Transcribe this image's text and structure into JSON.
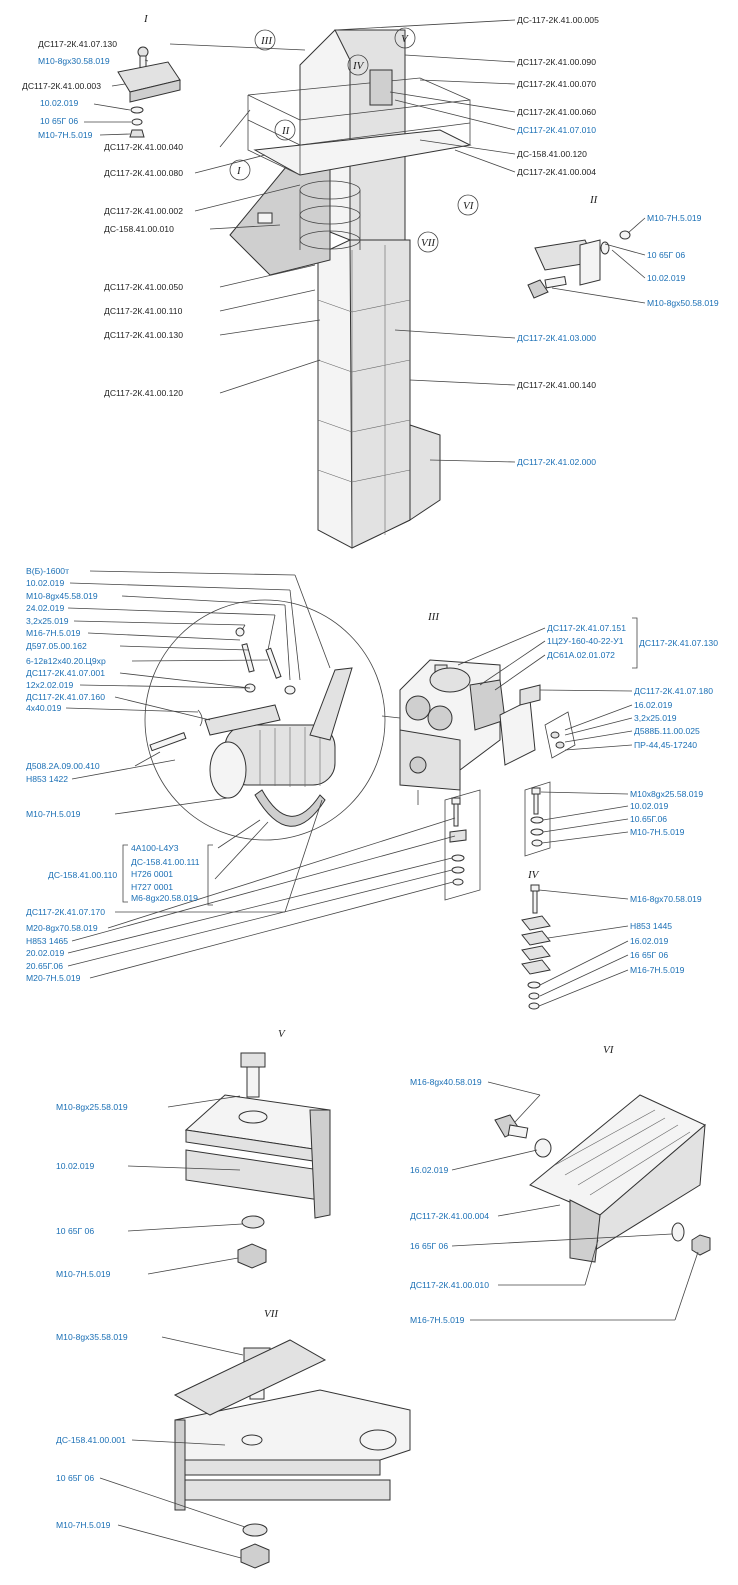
{
  "roman": [
    "I",
    "II",
    "III",
    "IV",
    "V",
    "VI",
    "VII"
  ],
  "labels": {
    "top_left": [
      "ДС117-2К.41.07.130",
      "М10-8gх30.58.019",
      "ДС117-2К.41.00.003",
      "10.02.019",
      "10 65Г 06",
      "М10-7Н.5.019",
      "ДС117-2К.41.00.040",
      "ДС117-2К.41.00.080",
      "ДС117-2К.41.00.002",
      "ДС-158.41.00.010",
      "ДС117-2К.41.00.050",
      "ДС117-2К.41.00.110",
      "ДС117-2К.41.00.130",
      "ДС117-2К.41.00.120"
    ],
    "top_right": [
      "ДС-117-2К.41.00.005",
      "ДС117-2К.41.00.090",
      "ДС117-2К.41.00.070",
      "ДС117-2К.41.00.060",
      "ДС117-2К.41.07.010",
      "ДС-158.41.00.120",
      "ДС117-2К.41.00.004",
      "ДС117-2К.41.03.000",
      "ДС117-2К.41.00.140",
      "ДС117-2К.41.02.000"
    ],
    "detail_ii": [
      "М10-7Н.5.019",
      "10 65Г 06",
      "10.02.019",
      "М10-8gх50.58.019"
    ],
    "drive_left": [
      "В(Б)-1600т",
      "10.02.019",
      "М10-8gх45.58.019",
      "24.02.019",
      "3,2х25.019",
      "М16-7Н.5.019",
      "Д597.05.00.162",
      "6-12в12х40.20.Ц9хр",
      "ДС117-2К.41.07.001",
      "12х2.02.019",
      "ДС117-2К.41.07.160",
      "4х40.019",
      "Д508.2А.09.00.410",
      "Н853 1422",
      "М10-7Н.5.019"
    ],
    "motor_group": [
      "4А100-L4У3",
      "ДС-158.41.00.111",
      "Н726 0001",
      "Н727 0001",
      "М6-8gх20.58.019"
    ],
    "motor_group_label": "ДС-158.41.00.110",
    "drive_bottom": [
      "ДС117-2К.41.07.170",
      "М20-8gх70.58.019",
      "Н853 1465",
      "20.02.019",
      "20.65Г.06",
      "М20-7Н.5.019"
    ],
    "gear_group": [
      "ДС117-2К.41.07.151",
      "1Ц2У-160-40-22-У1",
      "ДС61А.02.01.072"
    ],
    "gear_group_label": "ДС117-2К.41.07.130",
    "drive_right": [
      "ДС117-2К.41.07.180",
      "16.02.019",
      "3,2х25.019",
      "Д588Б.11.00.025",
      "ПР-44,45-17240",
      "М10х8gх25.58.019",
      "10.02.019",
      "10.65Г.06",
      "М10-7Н.5.019"
    ],
    "detail_iv": [
      "М16-8gх70.58.019",
      "Н853 1445",
      "16.02.019",
      "16 65Г 06",
      "М16-7Н.5.019"
    ],
    "detail_v": [
      "М10-8gх25.58.019",
      "10.02.019",
      "10 65Г 06",
      "М10-7Н.5.019"
    ],
    "detail_vi": [
      "М16-8gх40.58.019",
      "16.02.019",
      "ДС117-2К.41.00.004",
      "16 65Г 06",
      "ДС117-2К.41.00.010",
      "М16-7Н.5.019"
    ],
    "detail_vii": [
      "М10-8gх35.58.019",
      "ДС-158.41.00.001",
      "10 65Г 06",
      "М10-7Н.5.019"
    ]
  },
  "colors": {
    "link": "#1a6fb5",
    "text": "#222222",
    "line": "#444444"
  }
}
